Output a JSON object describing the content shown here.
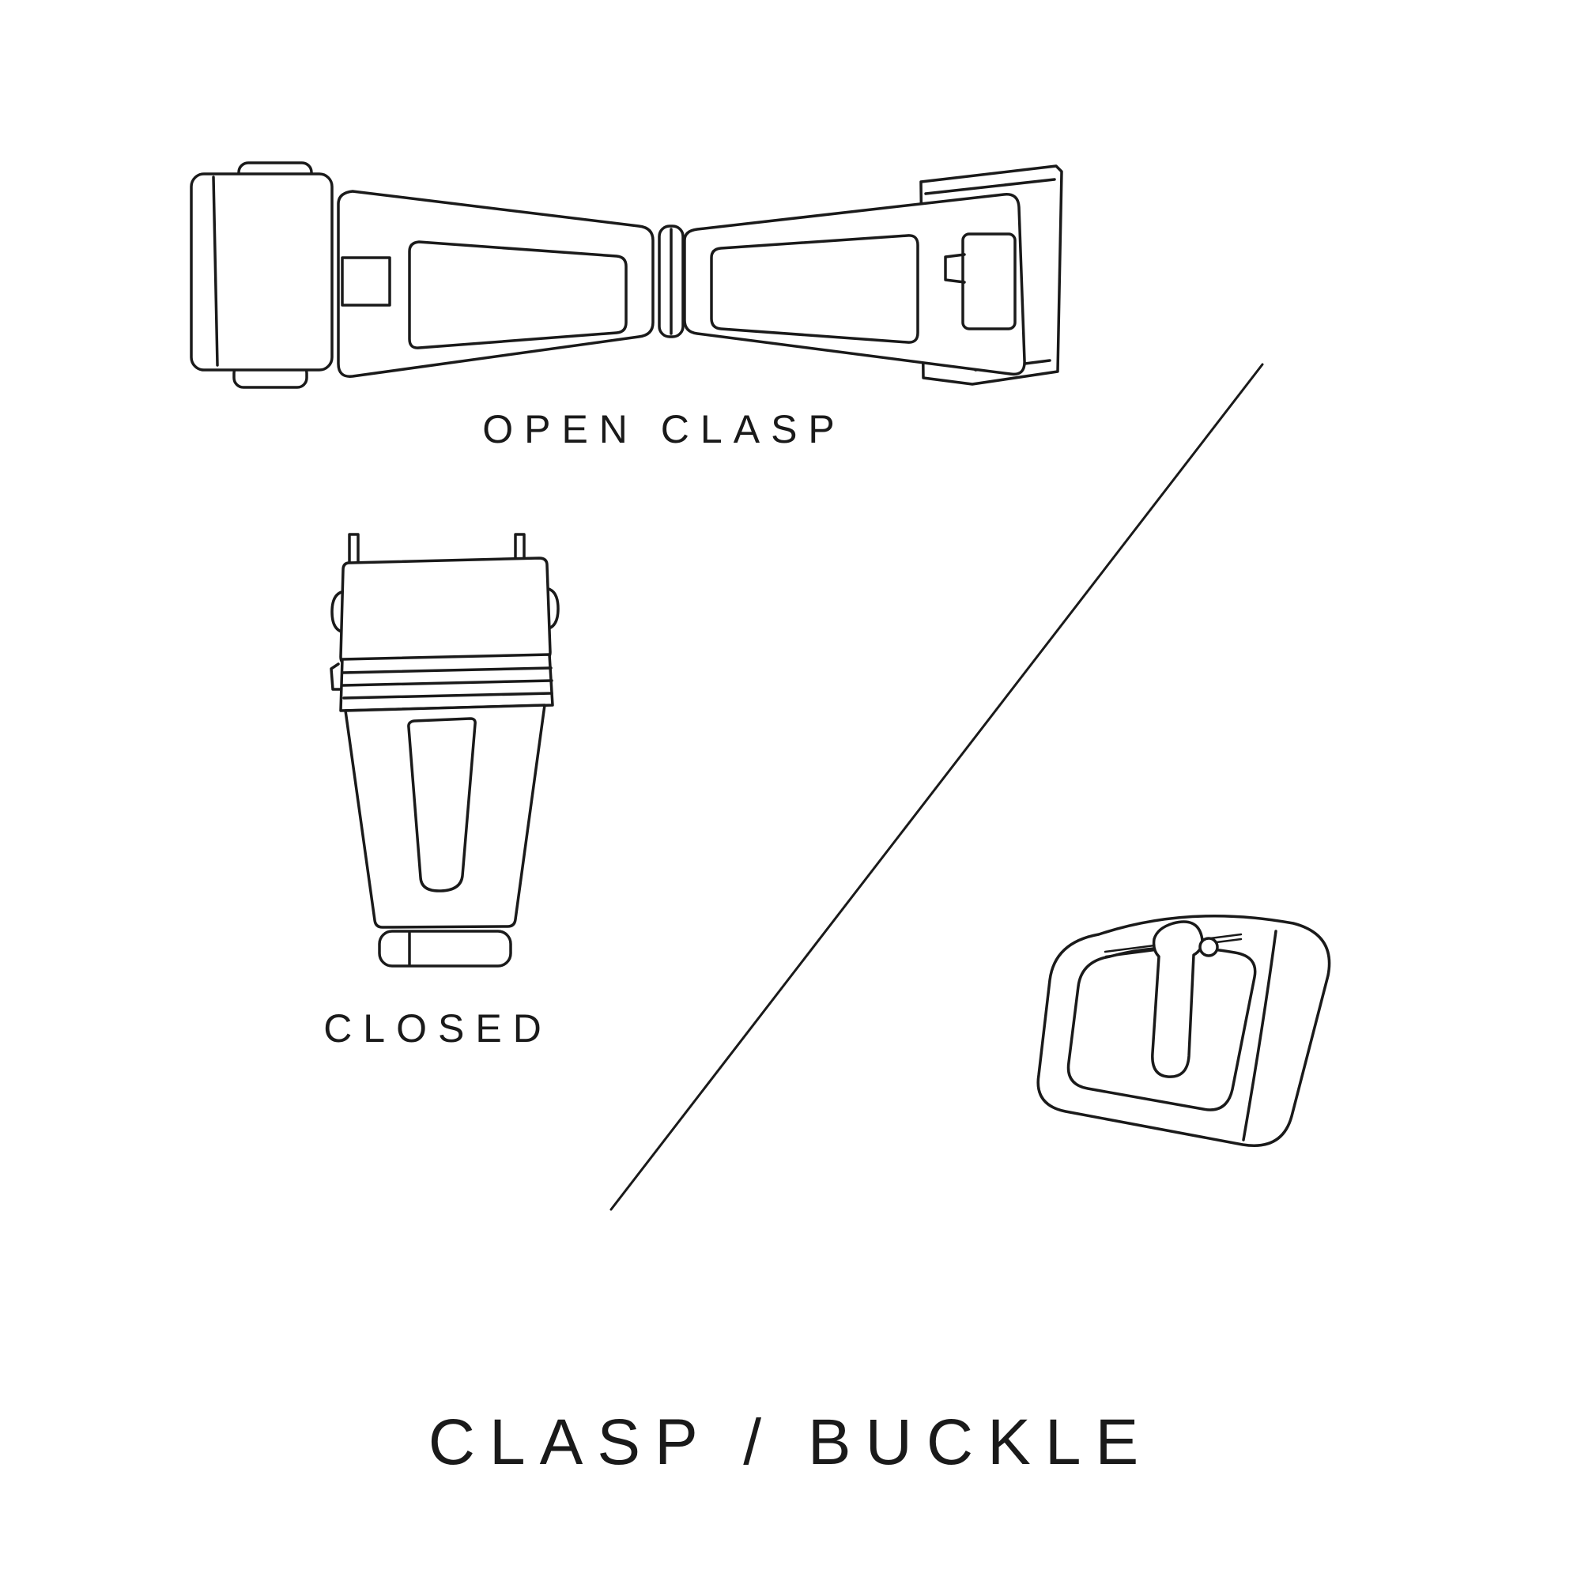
{
  "title": "CLASP / BUCKLE",
  "labels": {
    "open_clasp": "OPEN CLASP",
    "closed": "CLOSED"
  },
  "colors": {
    "ink": "#1a1a1a",
    "background": "#ffffff"
  },
  "illustrations": {
    "open_clasp": "open-deployant-clasp-line-drawing",
    "closed_clasp": "closed-deployant-clasp-line-drawing",
    "tang_buckle": "tang-buckle-line-drawing",
    "divider": "diagonal-divider-line"
  }
}
